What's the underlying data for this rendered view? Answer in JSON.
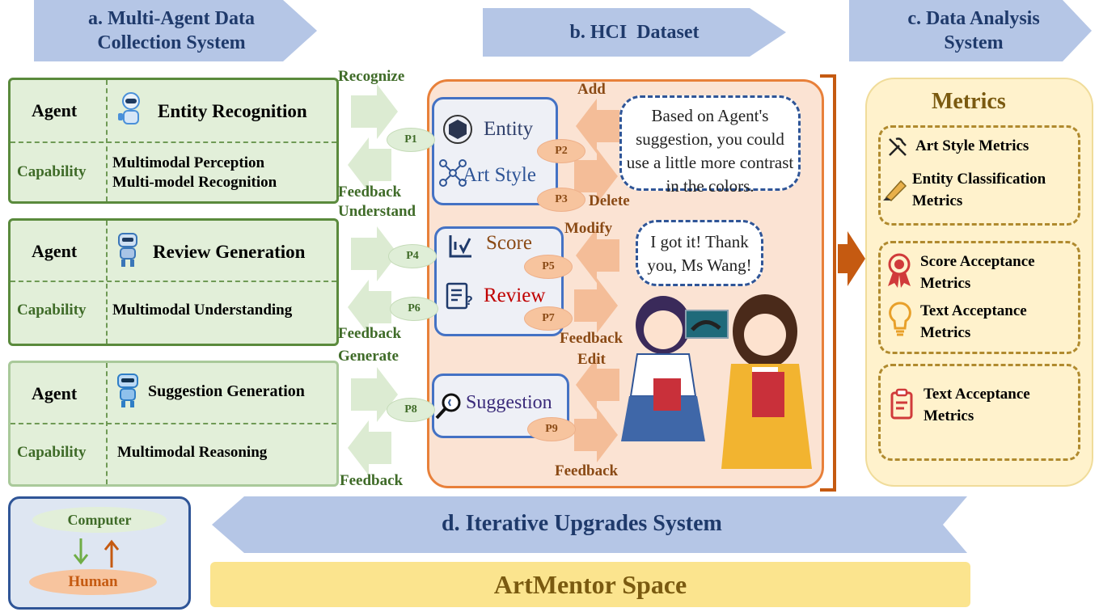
{
  "headers": {
    "a": "a. Multi-Agent Data Collection System",
    "b": "b. HCI  Dataset",
    "c": "c. Data Analysis System",
    "d": "d. Iterative Upgrades System"
  },
  "agents": [
    {
      "agent_label": "Agent",
      "title": "Entity Recognition",
      "capability_label": "Capability",
      "capabilities": [
        "Multimodal Perception",
        "Multi-model Recognition"
      ]
    },
    {
      "agent_label": "Agent",
      "title": "Review Generation",
      "capability_label": "Capability",
      "capabilities": [
        "Multimodal Understanding"
      ]
    },
    {
      "agent_label": "Agent",
      "title": "Suggestion Generation",
      "capability_label": "Capability",
      "capabilities": [
        "Multimodal Reasoning"
      ]
    }
  ],
  "flow_labels": {
    "recognize": "Recognize",
    "feedback": "Feedback",
    "understand": "Understand",
    "generate": "Generate",
    "add": "Add",
    "delete": "Delete",
    "modify": "Modify",
    "edit": "Edit"
  },
  "pills": [
    "P1",
    "P2",
    "P3",
    "P4",
    "P5",
    "P6",
    "P7",
    "P8",
    "P9"
  ],
  "dataset": {
    "entity": "Entity",
    "art_style": "Art Style",
    "score": "Score",
    "review": "Review",
    "suggestion": "Suggestion",
    "speech1": "Based on Agent's suggestion, you could use a little more contrast in the colors.",
    "speech2": "I got it! Thank you, Ms Wang!"
  },
  "metrics": {
    "title": "Metrics",
    "items": [
      "Art Style Metrics",
      "Entity Classification Metrics",
      "Score Acceptance Metrics",
      "Text Acceptance Metrics",
      "Text Acceptance Metrics"
    ]
  },
  "legend": {
    "computer": "Computer",
    "human": "Human"
  },
  "space": "ArtMentor Space",
  "colors": {
    "green": "#5a8a3c",
    "orange": "#e8803a",
    "blue": "#4472c4",
    "header": "#b5c6e6",
    "gold": "#f7e08a"
  }
}
